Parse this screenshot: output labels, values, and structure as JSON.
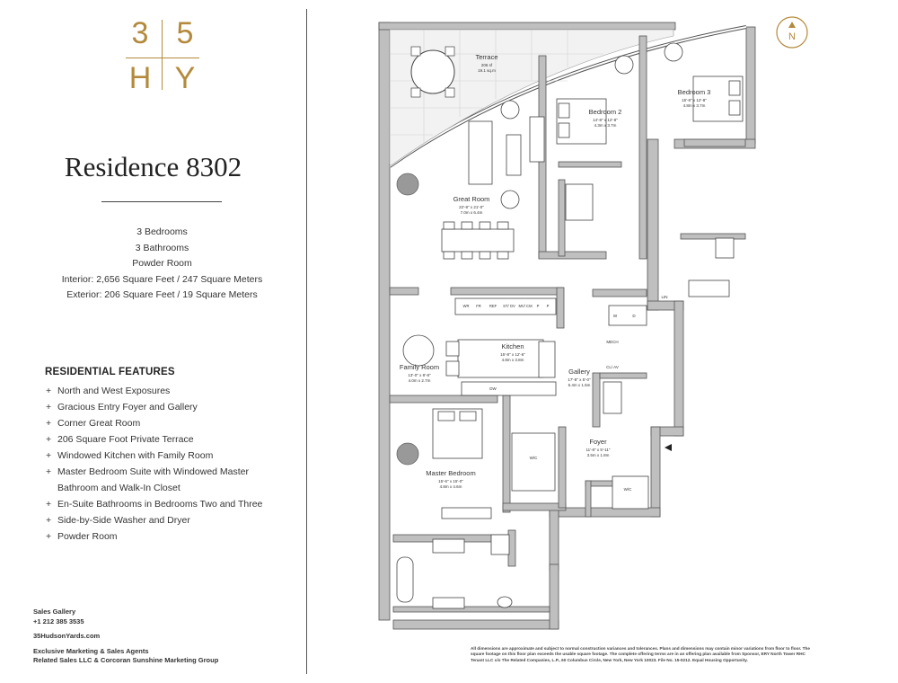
{
  "logo": {
    "tl": "3",
    "tr": "5",
    "bl": "H",
    "br": "Y"
  },
  "residence": {
    "title": "Residence 8302",
    "summary": [
      "3 Bedrooms",
      "3 Bathrooms",
      "Powder Room",
      "Interior: 2,656 Square Feet / 247 Square Meters",
      "Exterior: 206 Square Feet / 19 Square Meters"
    ]
  },
  "features": {
    "title": "RESIDENTIAL FEATURES",
    "items": [
      "North and West Exposures",
      "Gracious Entry Foyer and Gallery",
      "Corner Great Room",
      "206 Square Foot Private Terrace",
      "Windowed Kitchen with Family Room",
      "Master Bedroom Suite with Windowed Master",
      "Bathroom and Walk-In Closet",
      "En-Suite Bathrooms in Bedrooms Two and Three",
      "Side-by-Side Washer and Dryer",
      "Powder Room"
    ]
  },
  "contact": {
    "sales_label": "Sales Gallery",
    "phone": "+1 212 385 3535",
    "website": "35HudsonYards.com",
    "agents_label": "Exclusive Marketing & Sales Agents",
    "agents": "Related Sales LLC & Corcoran Sunshine Marketing Group"
  },
  "disclaimer": "All dimensions are approximate and subject to normal construction variances and tolerances. Plans and dimensions may contain minor variations from floor to floor. The square footage on this floor plan exceeds the usable square footage. The complete offering terms are in an offering plan available from Sponsor, ERY North Tower RHC Tenant LLC c/o The Related Companies, L.P., 60 Columbus Circle, New York, New York 10023. File No. 15-0212. Equal Housing Opportunity.",
  "compass": "N",
  "plan": {
    "rooms": [
      {
        "name": "Terrace",
        "dims": [
          "206 sf",
          "19.1 sq.m"
        ]
      },
      {
        "name": "Bedroom 2",
        "dims": [
          "14'-8\" x 12'-8\"",
          "4.3m x 3.7m"
        ]
      },
      {
        "name": "Bedroom 3",
        "dims": [
          "15'-8\" x 12'-8\"",
          "4.8m x 3.7m"
        ]
      },
      {
        "name": "Great Room",
        "dims": [
          "22'-8\" x 21'-0\"",
          "7.0m x 6.4m"
        ]
      },
      {
        "name": "Kitchen",
        "dims": [
          "15'-8\" x 12'-6\"",
          "4.8m x 3.8m"
        ]
      },
      {
        "name": "Family Room",
        "dims": [
          "13'-0\" x 8'-8\"",
          "4.0m x 2.7m"
        ]
      },
      {
        "name": "Gallery",
        "dims": [
          "17'-8\" x 5'-0\"",
          "5.4m x 1.5m"
        ]
      },
      {
        "name": "Foyer",
        "dims": [
          "11'-8\" x 5'-11\"",
          "3.5m x 1.8m"
        ]
      },
      {
        "name": "Master Bedroom",
        "dims": [
          "15'-6\" x 15'-0\"",
          "4.8m x 4.6m"
        ]
      }
    ],
    "appliances": [
      "WR",
      "FR",
      "REF",
      "ST/ OV",
      "MV/ CM",
      "P",
      "P"
    ],
    "small_labels": {
      "lin": "LIN",
      "w": "W",
      "d": "D",
      "mech": "MECH",
      "clav": "CL/ AV",
      "dw": "DW",
      "wic1": "W/C",
      "wic2": "W/C"
    }
  }
}
